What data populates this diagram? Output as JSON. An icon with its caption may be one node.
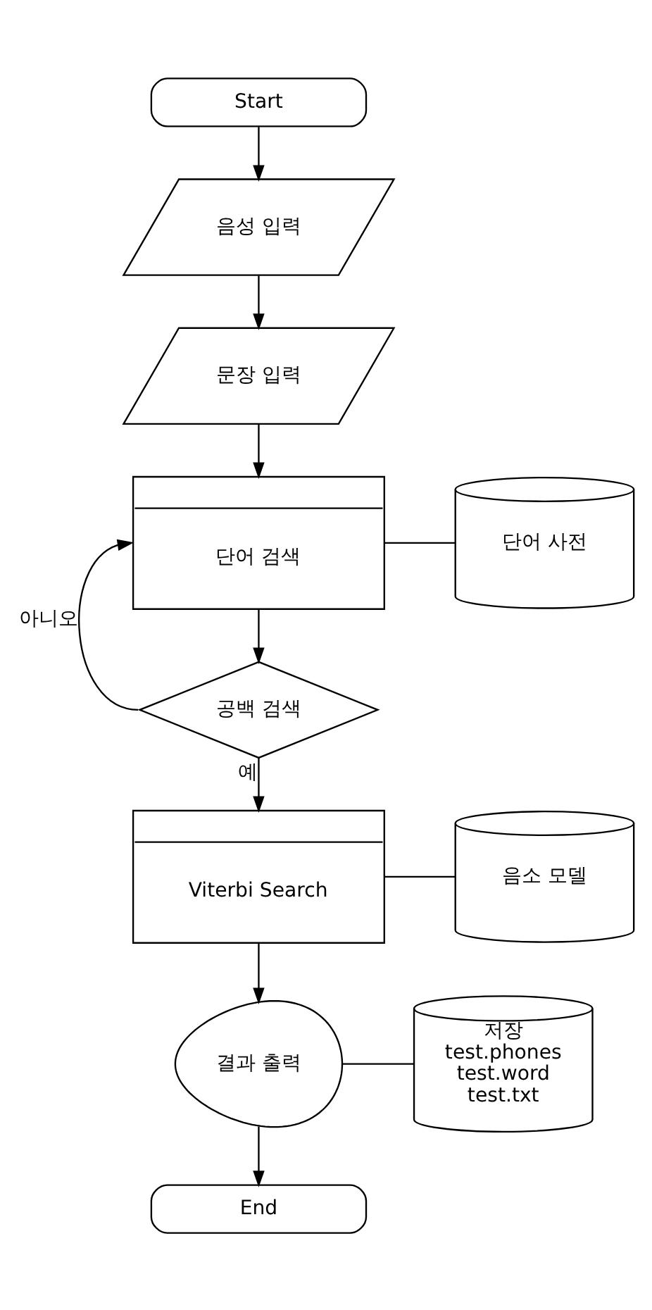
{
  "diagram": {
    "nodes": [
      {
        "text": [
          "Start"
        ]
      },
      {
        "text": [
          "음성 입력"
        ]
      },
      {
        "text": [
          "문장 입력"
        ]
      },
      {
        "text": [
          "단어 검색"
        ]
      },
      {
        "text": [
          "단어 사전"
        ]
      },
      {
        "text": [
          "공백 검색"
        ]
      },
      {
        "text": [
          "Viterbi Search"
        ]
      },
      {
        "text": [
          "음소 모델"
        ]
      },
      {
        "text": [
          "결과 출력"
        ]
      },
      {
        "text": [
          "저장",
          "test.phones",
          "test.word",
          "test.txt"
        ]
      },
      {
        "text": [
          "End"
        ]
      }
    ],
    "edges": [
      {
        "from": 0,
        "to": 1,
        "arrow": "to"
      },
      {
        "from": 1,
        "to": 2,
        "arrow": "to"
      },
      {
        "from": 2,
        "to": 3,
        "arrow": "to"
      },
      {
        "from": 3,
        "to": 4,
        "arrow": "none"
      },
      {
        "from": 3,
        "to": 5,
        "arrow": "to"
      },
      {
        "from": 5,
        "to": 3,
        "arrow": "to",
        "label": "아니오"
      },
      {
        "from": 5,
        "to": 6,
        "arrow": "to",
        "label": "예"
      },
      {
        "from": 6,
        "to": 7,
        "arrow": "none"
      },
      {
        "from": 6,
        "to": 8,
        "arrow": "to"
      },
      {
        "from": 8,
        "to": 9,
        "arrow": "none"
      },
      {
        "from": 8,
        "to": 10,
        "arrow": "to"
      }
    ]
  }
}
